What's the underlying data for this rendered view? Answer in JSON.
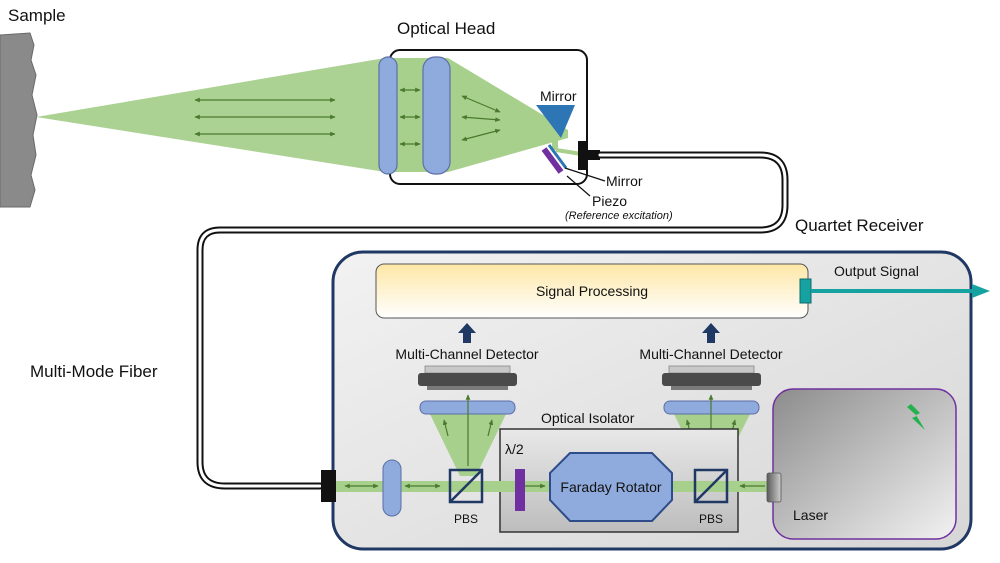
{
  "labels": {
    "sample": "Sample",
    "optical_head": "Optical Head",
    "mirror_top": "Mirror",
    "mirror_bottom": "Mirror",
    "piezo": "Piezo",
    "reference_excitation": "(Reference excitation)",
    "quartet_receiver": "Quartet Receiver",
    "output_signal": "Output Signal",
    "signal_processing": "Signal Processing",
    "multi_mode_fiber": "Multi-Mode Fiber",
    "detector_left": "Multi-Channel Detector",
    "detector_right": "Multi-Channel Detector",
    "optical_isolator": "Optical Isolator",
    "half_wave": "λ/2",
    "faraday_rotator": "Faraday Rotator",
    "pbs_left": "PBS",
    "pbs_right": "PBS",
    "laser": "Laser"
  },
  "colors": {
    "beam": "#a8d08d",
    "beam_arrow": "#4a7a2e",
    "lens": "#8faadc",
    "lens_edge": "#5b6fa8",
    "arrow_navy": "#1f3864",
    "mirror": "#2e75b6",
    "piezo": "#7030a0",
    "output_arrow": "#17a2a2",
    "laser_spark": "#22b14c"
  }
}
